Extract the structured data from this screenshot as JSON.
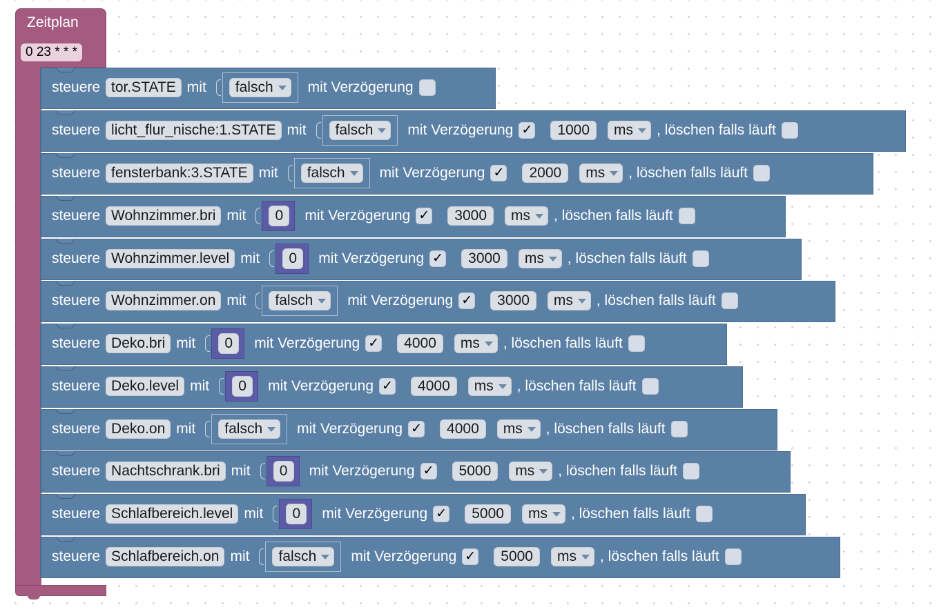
{
  "schedule": {
    "title": "Zeitplan",
    "cron": "0 23 * * *"
  },
  "labels": {
    "steuere": "steuere",
    "mit": "mit",
    "mit_verzoegerung": "mit Verzögerung",
    "loeschen": ", löschen falls läuft",
    "check": "✓"
  },
  "rows": [
    {
      "object": "tor.STATE",
      "value_type": "bool",
      "value": "falsch",
      "delay_checked": false,
      "delay": "",
      "unit": "",
      "clear_checked": false
    },
    {
      "object": "licht_flur_nische:1.STATE",
      "value_type": "bool",
      "value": "falsch",
      "delay_checked": true,
      "delay": "1000",
      "unit": "ms",
      "clear_checked": false
    },
    {
      "object": "fensterbank:3.STATE",
      "value_type": "bool",
      "value": "falsch",
      "delay_checked": true,
      "delay": "2000",
      "unit": "ms",
      "clear_checked": false
    },
    {
      "object": "Wohnzimmer.bri",
      "value_type": "number",
      "value": "0",
      "delay_checked": true,
      "delay": "3000",
      "unit": "ms",
      "clear_checked": false
    },
    {
      "object": "Wohnzimmer.level",
      "value_type": "number",
      "value": "0",
      "delay_checked": true,
      "delay": "3000",
      "unit": "ms",
      "clear_checked": false
    },
    {
      "object": "Wohnzimmer.on",
      "value_type": "bool",
      "value": "falsch",
      "delay_checked": true,
      "delay": "3000",
      "unit": "ms",
      "clear_checked": false
    },
    {
      "object": "Deko.bri",
      "value_type": "number",
      "value": "0",
      "delay_checked": true,
      "delay": "4000",
      "unit": "ms",
      "clear_checked": false
    },
    {
      "object": "Deko.level",
      "value_type": "number",
      "value": "0",
      "delay_checked": true,
      "delay": "4000",
      "unit": "ms",
      "clear_checked": false
    },
    {
      "object": "Deko.on",
      "value_type": "bool",
      "value": "falsch",
      "delay_checked": true,
      "delay": "4000",
      "unit": "ms",
      "clear_checked": false
    },
    {
      "object": "Nachtschrank.bri",
      "value_type": "number",
      "value": "0",
      "delay_checked": true,
      "delay": "5000",
      "unit": "ms",
      "clear_checked": false
    },
    {
      "object": "Schlafbereich.level",
      "value_type": "number",
      "value": "0",
      "delay_checked": true,
      "delay": "5000",
      "unit": "ms",
      "clear_checked": false
    },
    {
      "object": "Schlafbereich.on",
      "value_type": "bool",
      "value": "falsch",
      "delay_checked": true,
      "delay": "5000",
      "unit": "ms",
      "clear_checked": false
    }
  ],
  "colors": {
    "schedule_block": "#a55b80",
    "action_block": "#5b80a5",
    "number_block": "#5c5ca6"
  }
}
